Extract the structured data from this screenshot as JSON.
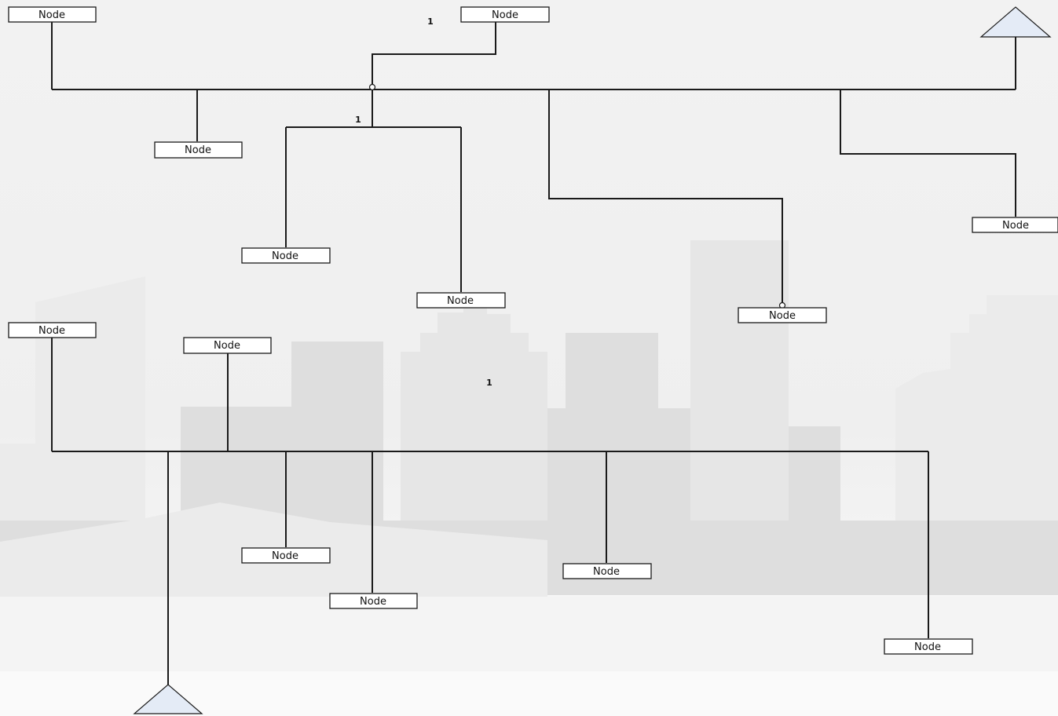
{
  "diagram": {
    "node_label": "Node",
    "multiplicity_labels": [
      "1",
      "1",
      "1"
    ],
    "colors": {
      "background": "#f3f3f3",
      "line": "#1a1a1a",
      "node_fill": "#ffffff",
      "triangle_fill": "#e4ebf6",
      "skyline": "#e2e2e2"
    },
    "icons": [
      "generalization-triangle-icon",
      "aggregation-circle-icon"
    ]
  }
}
